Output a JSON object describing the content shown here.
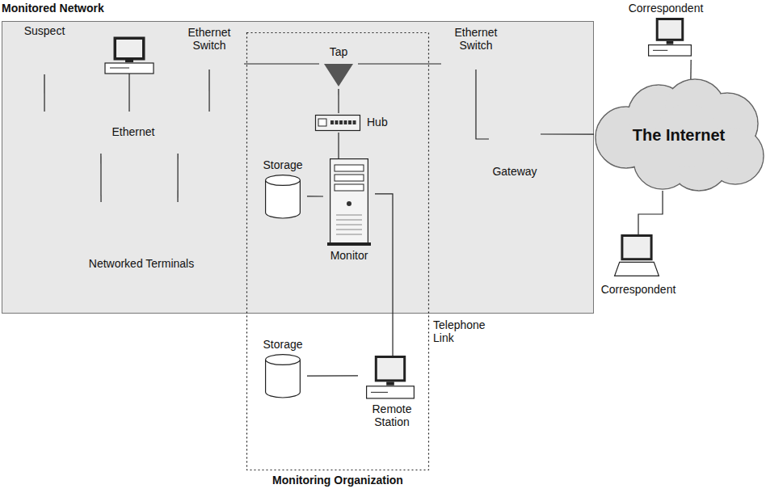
{
  "diagram": {
    "nodes": [
      {
        "text": [
          "Monitored Network"
        ]
      },
      {
        "text": [
          "Monitoring Organization"
        ]
      },
      {
        "text": [
          "Suspect"
        ],
        "in": 0
      },
      {
        "text": [
          "Ethernet Switch"
        ],
        "in": 0
      },
      {
        "text": [
          "Ethernet Switch"
        ],
        "in": 0
      },
      {
        "text": [
          "Ethernet"
        ],
        "in": 0
      },
      {
        "text": [
          "Networked Terminals"
        ],
        "in": 0
      },
      {
        "text": [
          "Gateway"
        ],
        "in": 0
      },
      {
        "text": [
          "Tap"
        ],
        "in": 1
      },
      {
        "text": [
          "Hub"
        ],
        "in": 1
      },
      {
        "text": [
          "Storage"
        ],
        "in": 1
      },
      {
        "text": [
          "Monitor"
        ],
        "in": 1
      },
      {
        "text": [
          "Storage"
        ],
        "in": 1
      },
      {
        "text": [
          "Remote Station"
        ],
        "in": 1
      },
      {
        "text": [
          "Correspondent"
        ]
      },
      {
        "text": [
          "The Internet"
        ]
      },
      {
        "text": [
          "Correspondent"
        ]
      }
    ],
    "edges": [
      {
        "from": 2,
        "to": 5,
        "arrow": "none"
      },
      {
        "from": 3,
        "to": 5,
        "arrow": "none"
      },
      {
        "from": 6,
        "to": 5,
        "arrow": "none"
      },
      {
        "from": 6,
        "to": 5,
        "arrow": "none"
      },
      {
        "from": 3,
        "to": 8,
        "arrow": "none"
      },
      {
        "from": 8,
        "to": 4,
        "arrow": "none"
      },
      {
        "from": 8,
        "to": 9,
        "arrow": "none"
      },
      {
        "from": 9,
        "to": 11,
        "arrow": "none"
      },
      {
        "from": 10,
        "to": 11,
        "arrow": "none"
      },
      {
        "from": 11,
        "to": 13,
        "label": "Telephone Link",
        "arrow": "none"
      },
      {
        "from": 12,
        "to": 13,
        "arrow": "none"
      },
      {
        "from": 4,
        "to": 7,
        "arrow": "none"
      },
      {
        "from": 7,
        "to": 15,
        "arrow": "none"
      },
      {
        "from": 14,
        "to": 15,
        "arrow": "none"
      },
      {
        "from": 16,
        "to": 15,
        "arrow": "none"
      }
    ]
  }
}
